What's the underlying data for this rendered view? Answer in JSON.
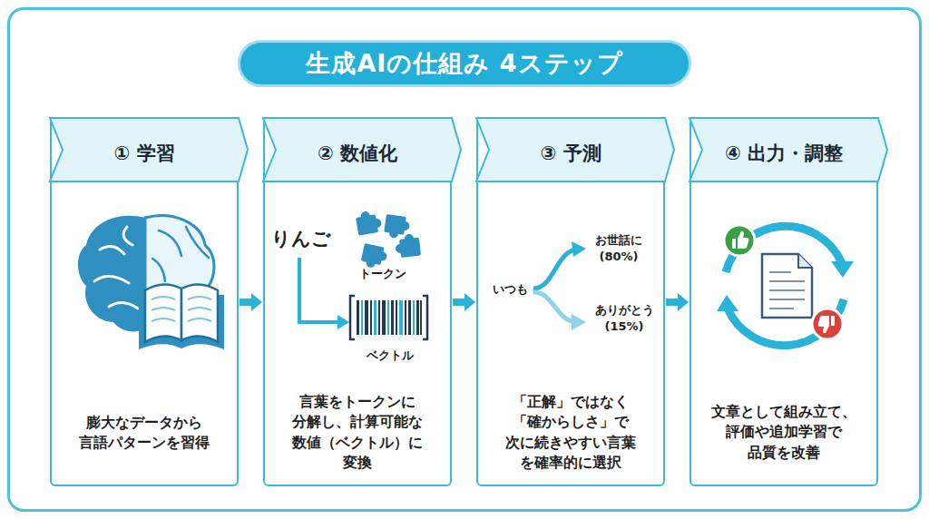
{
  "diagram": {
    "title": "生成AIの仕組み 4ステップ",
    "nodes": [
      {
        "text": [
          "① 学習",
          "膨大なデータから 言語パターンを習得"
        ]
      },
      {
        "text": [
          "② 数値化",
          "言葉をトークンに 分解し、計算可能な 数値（ベクトル）に 変換"
        ]
      },
      {
        "text": [
          "③ 予測",
          "「正解」ではなく 「確からしさ」で 次に続きやすい言葉 を確率的に選択"
        ]
      },
      {
        "text": [
          "④ 出力・調整",
          "文章として組み立て、 評価や追加学習で 品質を改善"
        ]
      }
    ],
    "edges": [
      {
        "from": 0,
        "to": 1,
        "arrow": "to"
      },
      {
        "from": 1,
        "to": 2,
        "arrow": "to"
      },
      {
        "from": 2,
        "to": 3,
        "arrow": "to"
      }
    ],
    "labels": [
      "りんご",
      "トークン",
      "ベクトル",
      "いつも",
      "お世話に (80%)",
      "ありがとう (15%)"
    ]
  }
}
